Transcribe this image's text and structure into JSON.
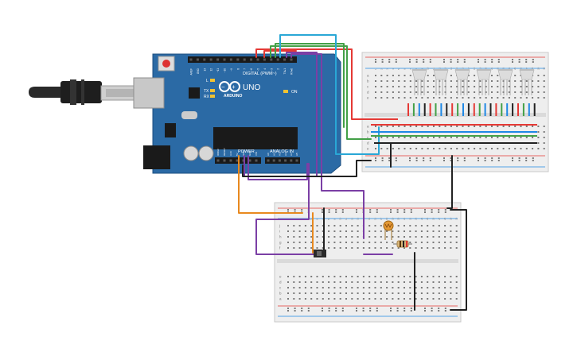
{
  "arduino": {
    "brand": "ARDUINO",
    "model": "UNO",
    "digital_label": "DIGITAL (PWM~)",
    "power_label": "POWER",
    "analog_label": "ANALOG IN",
    "on_label": "ON",
    "l_label": "L",
    "tx_label": "TX",
    "rx_label": "RX",
    "top_pins": [
      "AREF",
      "GND",
      "13",
      "12",
      "~11",
      "~10",
      "~9",
      "8",
      "7",
      "~6",
      "~5",
      "4",
      "~3",
      "2",
      "TX▸1",
      "RX◂0"
    ],
    "power_pins": [
      "IOREF",
      "RESET",
      "3.3V",
      "5V",
      "GND",
      "GND",
      "VIN"
    ],
    "analog_pins": [
      "A0",
      "A1",
      "A2",
      "A3",
      "A4",
      "A5"
    ]
  },
  "breadboard_top": {
    "row_labels": [
      "a",
      "b",
      "c",
      "d",
      "e"
    ],
    "column_numbers": [
      "1",
      "2",
      "3",
      "4",
      "5",
      "6",
      "7",
      "8",
      "9",
      "10",
      "11",
      "12",
      "13",
      "14",
      "15",
      "16",
      "17",
      "18",
      "19",
      "20",
      "21",
      "22",
      "23",
      "24",
      "25",
      "26",
      "27",
      "28",
      "29",
      "30"
    ]
  },
  "breadboard_bottom": {
    "row_labels_top": [
      "j",
      "i",
      "h",
      "g",
      "f"
    ],
    "row_labels_bottom": [
      "e",
      "d",
      "c",
      "b",
      "a"
    ],
    "column_numbers": [
      "1",
      "2",
      "3",
      "4",
      "5",
      "6",
      "7",
      "8",
      "9",
      "10",
      "11",
      "12",
      "13",
      "14",
      "15",
      "16",
      "17",
      "18",
      "19",
      "20",
      "21",
      "22",
      "23",
      "24",
      "25",
      "26",
      "27",
      "28",
      "29",
      "30"
    ]
  },
  "colors": {
    "board": "#2b6aa5",
    "breadboard": "#eeeeee",
    "wire_red": "#e53935",
    "wire_green": "#43a047",
    "wire_blue": "#1e88e5",
    "wire_cyan": "#29a7d6",
    "wire_purple": "#7b3fa5",
    "wire_orange": "#e8891f",
    "wire_black": "#222222"
  },
  "icons": [
    "usb-cable-icon",
    "reset-button-icon",
    "arduino-logo-icon",
    "rgb-led-icon",
    "photoresistor-icon",
    "resistor-icon",
    "slide-switch-icon"
  ]
}
